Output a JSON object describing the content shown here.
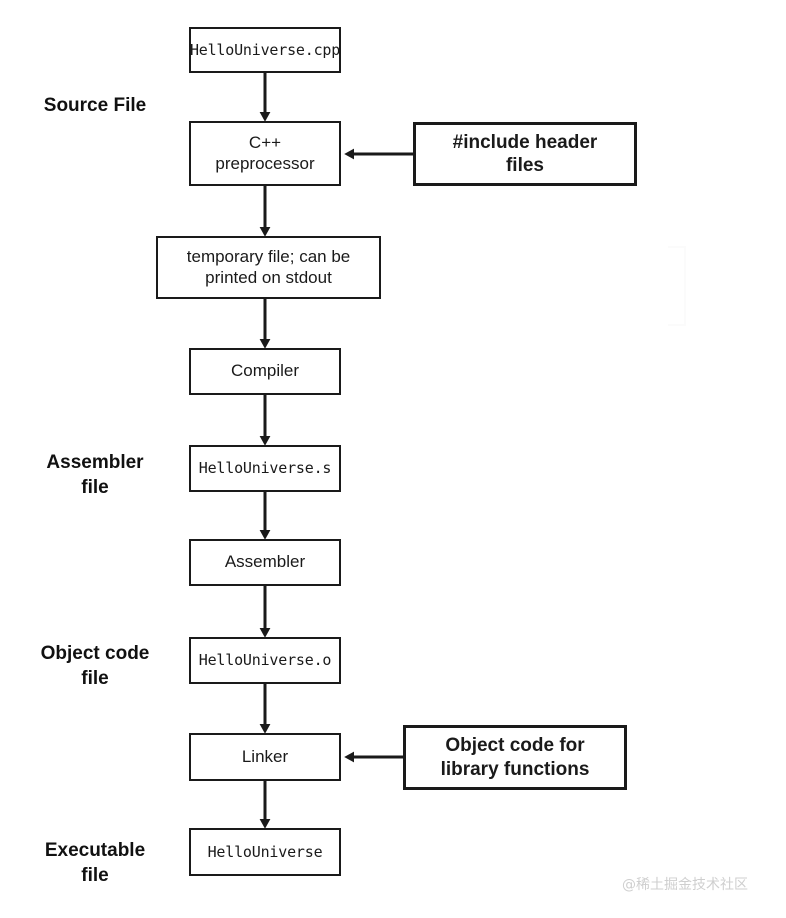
{
  "diagram": {
    "title": "C++ compilation pipeline",
    "accent_color": "#1a1a1a",
    "background_color": "#ffffff",
    "stage_labels": [
      {
        "id": "source-file",
        "text": "Source File"
      },
      {
        "id": "assembler-file",
        "text": "Assembler\nfile"
      },
      {
        "id": "object-code-file",
        "text": "Object code\nfile"
      },
      {
        "id": "executable-file",
        "text": "Executable\nfile"
      }
    ],
    "nodes": [
      {
        "id": "hellouniverse-cpp",
        "text": "HelloUniverse.cpp",
        "style": "mono"
      },
      {
        "id": "cpp-preprocessor",
        "text": "C++\npreprocessor",
        "style": "sans"
      },
      {
        "id": "include-header-files",
        "text": "#include header\nfiles",
        "style": "side"
      },
      {
        "id": "temporary-file",
        "text": "temporary file; can be\nprinted on stdout",
        "style": "sans"
      },
      {
        "id": "compiler",
        "text": "Compiler",
        "style": "sans"
      },
      {
        "id": "hellouniverse-s",
        "text": "HelloUniverse.s",
        "style": "mono"
      },
      {
        "id": "assembler",
        "text": "Assembler",
        "style": "sans"
      },
      {
        "id": "hellouniverse-o",
        "text": "HelloUniverse.o",
        "style": "mono"
      },
      {
        "id": "linker",
        "text": "Linker",
        "style": "sans"
      },
      {
        "id": "object-code-library",
        "text": "Object code for\nlibrary functions",
        "style": "side"
      },
      {
        "id": "hellouniverse",
        "text": "HelloUniverse",
        "style": "mono"
      }
    ],
    "edges": [
      {
        "from": "hellouniverse-cpp",
        "to": "cpp-preprocessor",
        "direction": "down"
      },
      {
        "from": "include-header-files",
        "to": "cpp-preprocessor",
        "direction": "left"
      },
      {
        "from": "cpp-preprocessor",
        "to": "temporary-file",
        "direction": "down"
      },
      {
        "from": "temporary-file",
        "to": "compiler",
        "direction": "down"
      },
      {
        "from": "compiler",
        "to": "hellouniverse-s",
        "direction": "down"
      },
      {
        "from": "hellouniverse-s",
        "to": "assembler",
        "direction": "down"
      },
      {
        "from": "assembler",
        "to": "hellouniverse-o",
        "direction": "down"
      },
      {
        "from": "hellouniverse-o",
        "to": "linker",
        "direction": "down"
      },
      {
        "from": "object-code-library",
        "to": "linker",
        "direction": "left"
      },
      {
        "from": "linker",
        "to": "hellouniverse",
        "direction": "down"
      }
    ]
  },
  "watermark": {
    "text": "@稀土掘金技术社区"
  }
}
